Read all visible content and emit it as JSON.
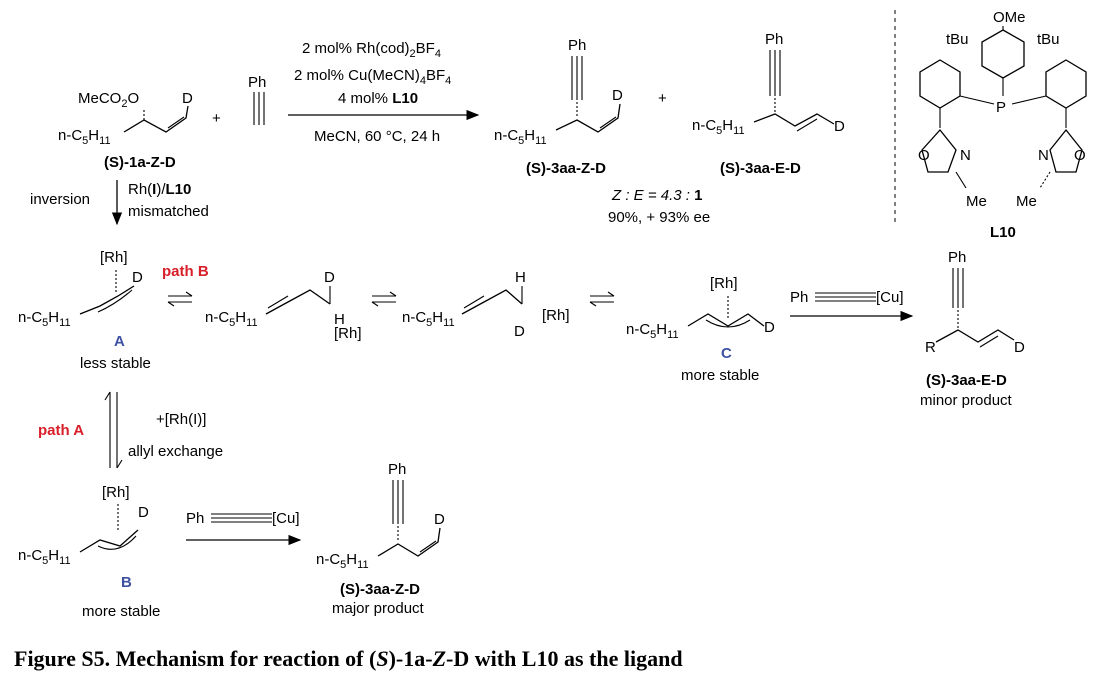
{
  "caption": {
    "label": "Figure S5",
    "sep": ". ",
    "text_1": "Mechanism for reaction of (",
    "s": "S",
    "text_2": ")-1a-",
    "z": "Z",
    "text_3": "-D with L10 as the ligand"
  },
  "conditions": {
    "line1": "2 mol% Rh(cod)",
    "line1_sub": "2",
    "line1_end": "BF",
    "line1_sub2": "4",
    "line2": "2 mol% Cu(MeCN)",
    "line2_sub": "4",
    "line2_end": "BF",
    "line2_sub2": "4",
    "line3_pre": "4 mol% ",
    "line3_ligand": "L10",
    "line4": "MeCN, 60 °C, 24 h"
  },
  "atoms": {
    "ph": "Ph",
    "d": "D",
    "h": "H",
    "rh": "[Rh]",
    "me": "Me",
    "o": "O",
    "n": "N",
    "p": "P",
    "ome": "OMe",
    "tbu": "tBu",
    "r": "R",
    "c5_pre": "n-C",
    "c5_sub": "5",
    "c5_h": "H",
    "c5_sub2": "11",
    "meco2_pre": "MeCO",
    "meco2_sub": "2",
    "meco2_o": "O",
    "plus": "+",
    "cu": "[Cu]"
  },
  "labels": {
    "sm_name": "(S)-1a-Z-D",
    "product_z": "(S)-3aa-Z-D",
    "product_e": "(S)-3aa-E-D",
    "ratio_pre": "Z : E = 4.3 : ",
    "ratio_bold": "1",
    "yield": "90%, + 93% ee",
    "ligand": "L10",
    "inversion": "inversion",
    "rh_l10_pre": "Rh(",
    "rh_l10_i": "I",
    "rh_l10_post": ")/",
    "rh_l10_lig": "L10",
    "mismatched": "mismatched",
    "path_b": "path B",
    "path_a": "path A",
    "A": "A",
    "B": "B",
    "C": "C",
    "less_stable": "less stable",
    "more_stable": "more stable",
    "minor": "minor product",
    "major": "major product",
    "plus_rh": "+[Rh(I)]",
    "allyl": "allyl exchange"
  }
}
